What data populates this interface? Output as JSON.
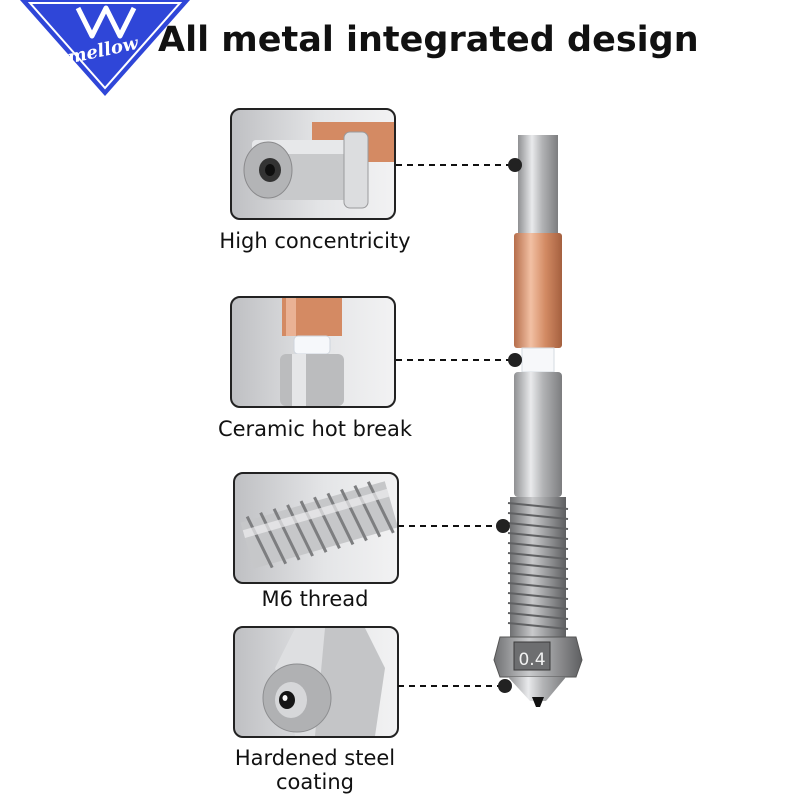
{
  "brand": {
    "name": "mellow",
    "color": "#2f46d8"
  },
  "title": "All metal integrated design",
  "features": [
    {
      "name": "concentricity",
      "label": "High concentricity",
      "icon": "heatbreak-tube-closeup"
    },
    {
      "name": "ceramic",
      "label": "Ceramic hot break",
      "icon": "ceramic-break-closeup"
    },
    {
      "name": "thread",
      "label": "M6 thread",
      "icon": "thread-closeup"
    },
    {
      "name": "coating",
      "label_line1": "Hardened steel",
      "label_line2": "coating",
      "icon": "nozzle-tip-closeup"
    }
  ],
  "nozzle_marking": "0.4",
  "colors": {
    "copper": "#d9926a",
    "steel": "#b9b9bb",
    "panel_border": "#222222",
    "leader": "#111111"
  }
}
